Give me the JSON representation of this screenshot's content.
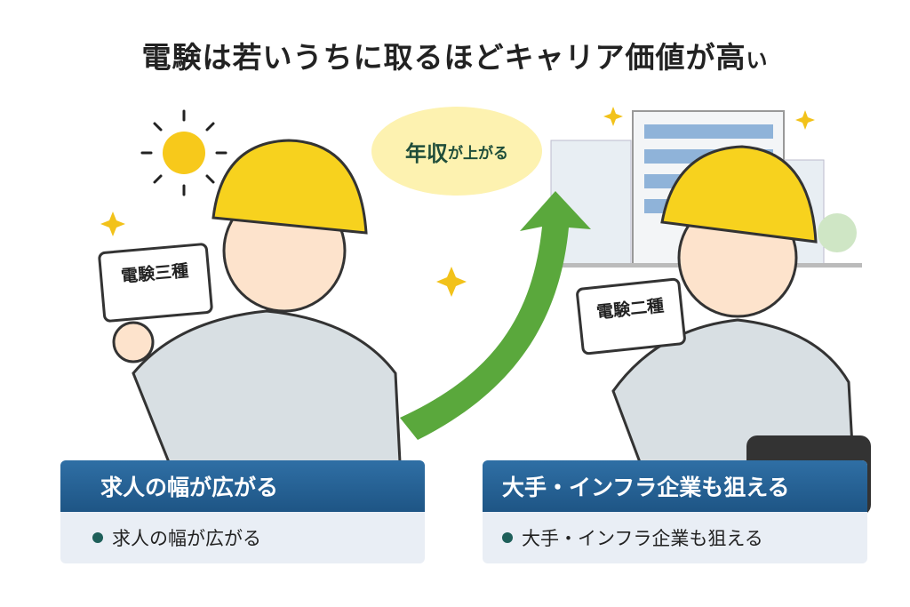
{
  "title": {
    "main": "電験は若いうちに取るほどキャリア価値が高",
    "tail": "い"
  },
  "bubble": {
    "big1": "年収",
    "small": "が上がる"
  },
  "cards": {
    "left": "電験三種",
    "right": "電験二種"
  },
  "panels": [
    {
      "heading": "求人の幅が広がる",
      "bullet": "求人の幅が広がる"
    },
    {
      "heading": "大手・インフラ企業も狙える",
      "bullet": "大手・インフラ企業も狙える"
    }
  ],
  "colors": {
    "panel_head": "#1e5585",
    "helmet": "#f7d21e",
    "arrow": "#5aa83c"
  }
}
